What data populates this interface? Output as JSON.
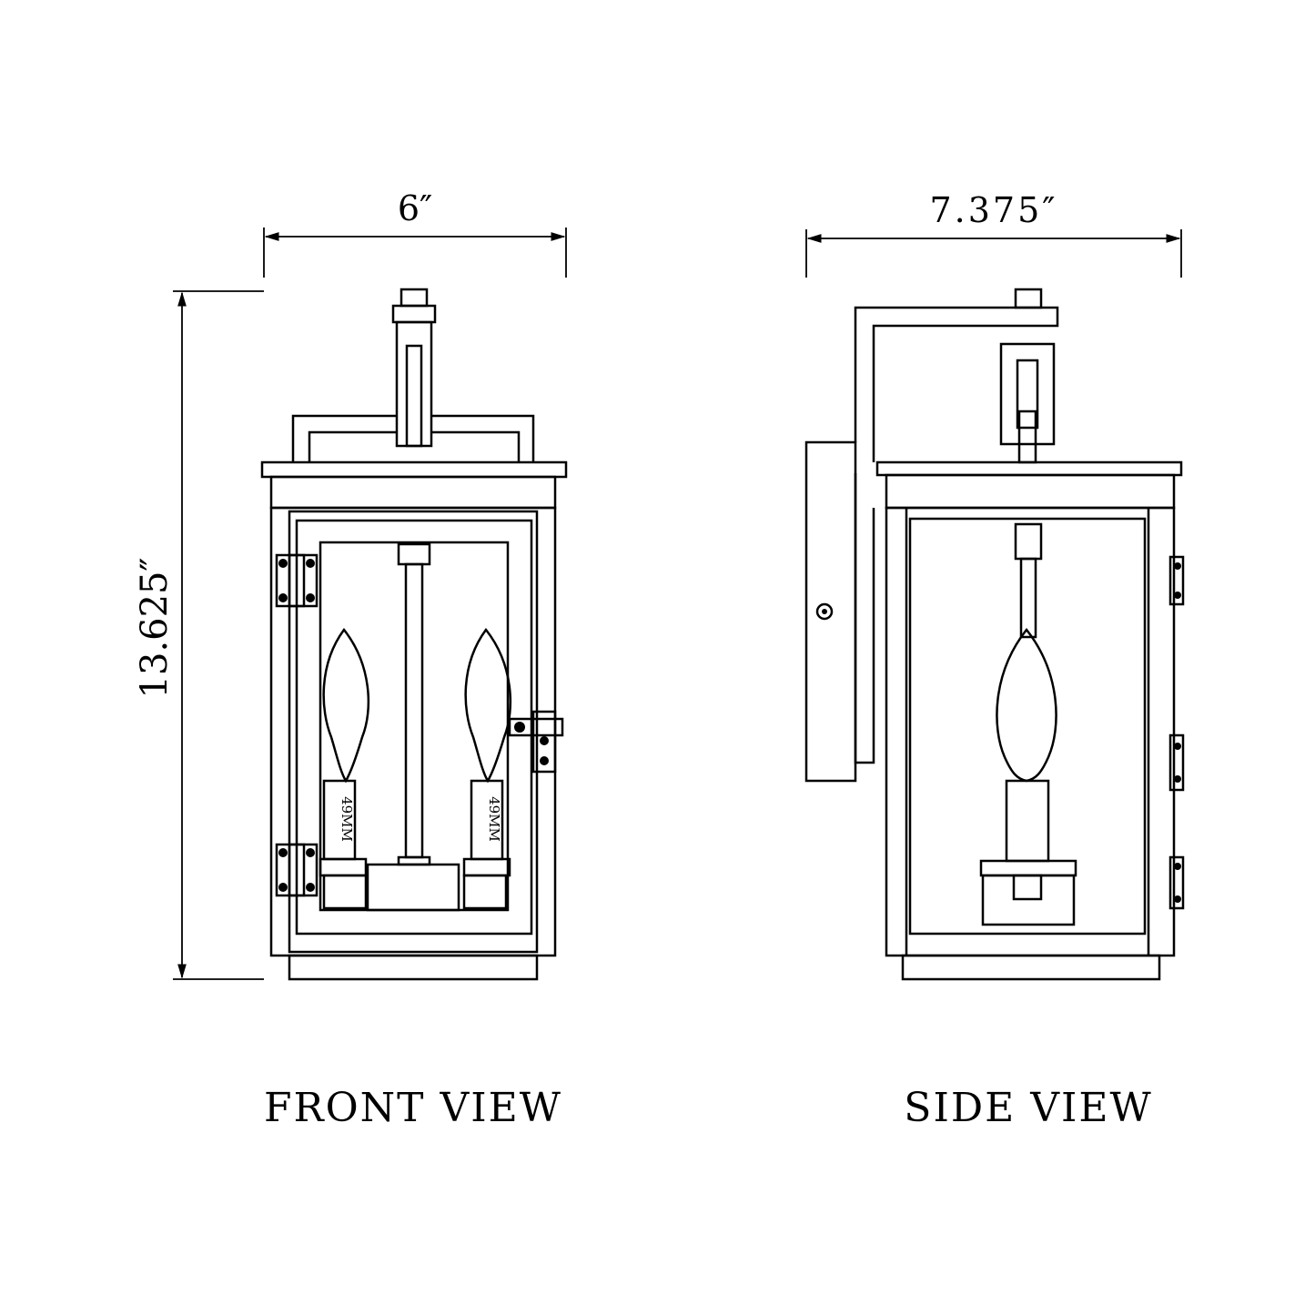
{
  "dimensions": {
    "front_width": "6″",
    "front_height": "13.625″",
    "side_width": "7.375″",
    "socket_length": "49MM"
  },
  "labels": {
    "front_view": "FRONT VIEW",
    "side_view": "SIDE VIEW"
  }
}
